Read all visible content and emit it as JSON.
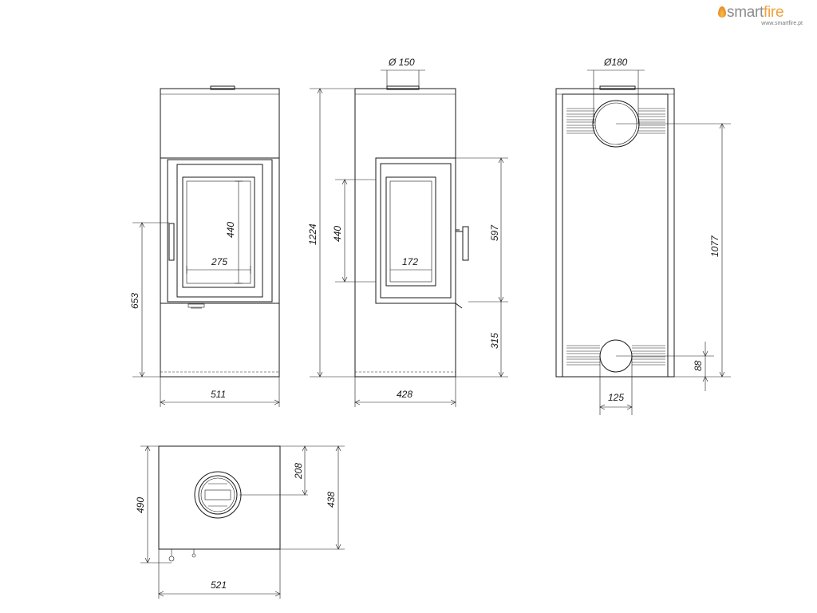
{
  "brand": {
    "name_prefix": "smart",
    "name_suffix": "fire",
    "url": "www.smartfire.pt",
    "logo_icon": "flame-icon",
    "colors": {
      "text": "#8c8c8c",
      "accent": "#f0a13a"
    }
  },
  "front_view": {
    "width_label": "511",
    "height_label": "653",
    "glass_width_label": "275",
    "glass_height_label": "440"
  },
  "side_view": {
    "flue_label": "Ø 150",
    "total_height_label": "1224",
    "glass_height_label": "440",
    "glass_width_label": "172",
    "door_height_label": "597",
    "base_height_label": "315",
    "depth_label": "428"
  },
  "rear_view": {
    "top_outlet_label": "Ø180",
    "top_outlet_height_label": "1077",
    "bottom_outlet_height_label": "88",
    "bottom_outlet_width_label": "125"
  },
  "top_view": {
    "depth_label": "490",
    "flue_offset_label": "208",
    "inner_depth_label": "438",
    "width_label": "521"
  }
}
